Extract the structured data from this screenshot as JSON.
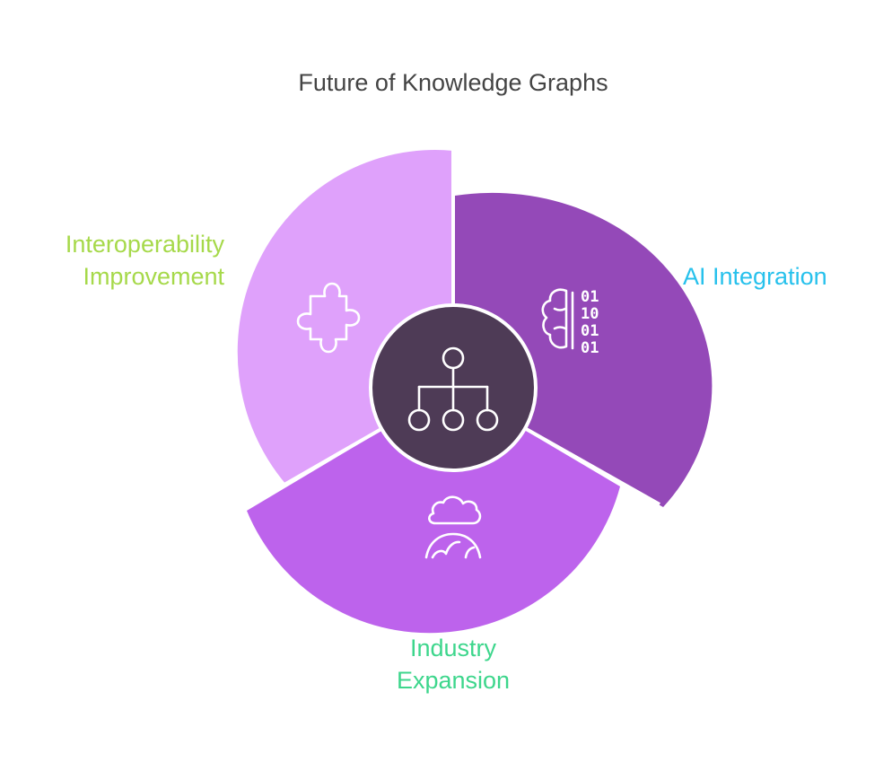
{
  "title": "Future of Knowledge Graphs",
  "segments": [
    {
      "id": "ai-integration",
      "label_lines": [
        "AI Integration"
      ],
      "label_color": "#27c1ec",
      "fill": "#9449b8",
      "icon": "brain-binary-icon",
      "binary_lines": [
        "01",
        "10",
        "01",
        "01"
      ]
    },
    {
      "id": "industry-expansion",
      "label_lines": [
        "Industry",
        "Expansion"
      ],
      "label_color": "#3dd68c",
      "fill": "#bd63ec",
      "icon": "cloud-globe-icon"
    },
    {
      "id": "interoperability-improvement",
      "label_lines": [
        "Interoperability",
        "Improvement"
      ],
      "label_color": "#a6d94a",
      "fill": "#dfa1fb",
      "icon": "puzzle-piece-icon"
    }
  ],
  "center": {
    "fill": "#4e3b56",
    "icon": "hierarchy-network-icon"
  }
}
